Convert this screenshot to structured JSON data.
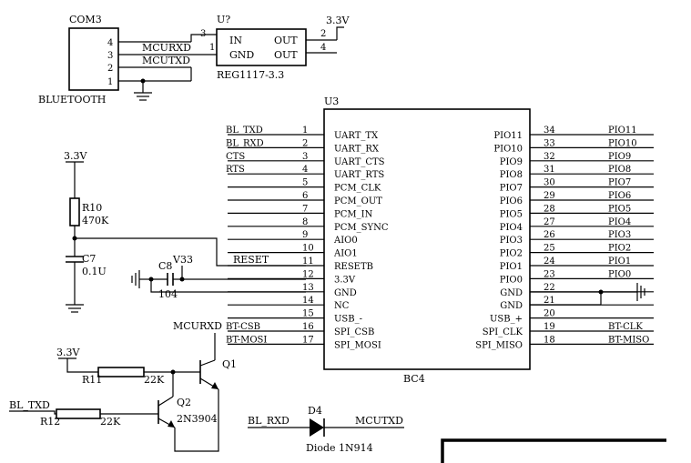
{
  "com3": {
    "ref": "COM3",
    "name": "BLUETOOTH",
    "pins": [
      "4",
      "3",
      "2",
      "1"
    ],
    "nets": [
      "MCURXD",
      "MCUTXD"
    ]
  },
  "reg": {
    "ref": "U?",
    "part": "REG1117-3.3",
    "in": "IN",
    "gnd": "GND",
    "out": "OUT",
    "pin_in": "1",
    "pin_gnd": "3",
    "pin_out1": "2",
    "pin_out2": "4",
    "vout": "3.3V"
  },
  "u3": {
    "ref": "U3",
    "part": "BC4",
    "left": [
      {
        "num": "1",
        "name": "UART_TX",
        "net": "BL_TXD"
      },
      {
        "num": "2",
        "name": "UART_RX",
        "net": "BL_RXD"
      },
      {
        "num": "3",
        "name": "UART_CTS",
        "net": "CTS"
      },
      {
        "num": "4",
        "name": "UART_RTS",
        "net": "RTS"
      },
      {
        "num": "5",
        "name": "PCM_CLK",
        "net": ""
      },
      {
        "num": "6",
        "name": "PCM_OUT",
        "net": ""
      },
      {
        "num": "7",
        "name": "PCM_IN",
        "net": ""
      },
      {
        "num": "8",
        "name": "PCM_SYNC",
        "net": ""
      },
      {
        "num": "9",
        "name": "AIO0",
        "net": ""
      },
      {
        "num": "10",
        "name": "AIO1",
        "net": ""
      },
      {
        "num": "11",
        "name": "RESETB",
        "net": "RESET"
      },
      {
        "num": "12",
        "name": "3.3V",
        "net": ""
      },
      {
        "num": "13",
        "name": "GND",
        "net": ""
      },
      {
        "num": "14",
        "name": "NC",
        "net": ""
      },
      {
        "num": "15",
        "name": "USB_-",
        "net": ""
      },
      {
        "num": "16",
        "name": "SPI_CSB",
        "net": "BT-CSB"
      },
      {
        "num": "17",
        "name": "SPI_MOSI",
        "net": "BT-MOSI"
      }
    ],
    "right": [
      {
        "num": "34",
        "name": "PIO11",
        "net": "PIO11"
      },
      {
        "num": "33",
        "name": "PIO10",
        "net": "PIO10"
      },
      {
        "num": "32",
        "name": "PIO9",
        "net": "PIO9"
      },
      {
        "num": "31",
        "name": "PIO8",
        "net": "PIO8"
      },
      {
        "num": "30",
        "name": "PIO7",
        "net": "PIO7"
      },
      {
        "num": "29",
        "name": "PIO6",
        "net": "PIO6"
      },
      {
        "num": "28",
        "name": "PIO5",
        "net": "PIO5"
      },
      {
        "num": "27",
        "name": "PIO4",
        "net": "PIO4"
      },
      {
        "num": "26",
        "name": "PIO3",
        "net": "PIO3"
      },
      {
        "num": "25",
        "name": "PIO2",
        "net": "PIO2"
      },
      {
        "num": "24",
        "name": "PIO1",
        "net": "PIO1"
      },
      {
        "num": "23",
        "name": "PIO0",
        "net": "PIO0"
      },
      {
        "num": "22",
        "name": "GND",
        "net": ""
      },
      {
        "num": "21",
        "name": "GND",
        "net": ""
      },
      {
        "num": "20",
        "name": "USB_+",
        "net": ""
      },
      {
        "num": "19",
        "name": "SPI_CLK",
        "net": "BT-CLK"
      },
      {
        "num": "18",
        "name": "SPI_MISO",
        "net": "BT-MISO"
      }
    ]
  },
  "r10": {
    "ref": "R10",
    "value": "470K",
    "supply": "3.3V"
  },
  "c7": {
    "ref": "C7",
    "value": "0.1U"
  },
  "c8": {
    "ref": "C8",
    "value": "104",
    "net": "V33"
  },
  "q1": {
    "ref": "Q1",
    "net": "MCURXD"
  },
  "q2": {
    "ref": "Q2",
    "part": "2N3904"
  },
  "r11": {
    "ref": "R11",
    "value": "22K",
    "supply": "3.3V"
  },
  "r12": {
    "ref": "R12",
    "value": "22K",
    "net": "BL_TXD"
  },
  "d4": {
    "ref": "D4",
    "part": "Diode 1N914",
    "net_in": "BL_RXD",
    "net_out": "MCUTXD"
  }
}
